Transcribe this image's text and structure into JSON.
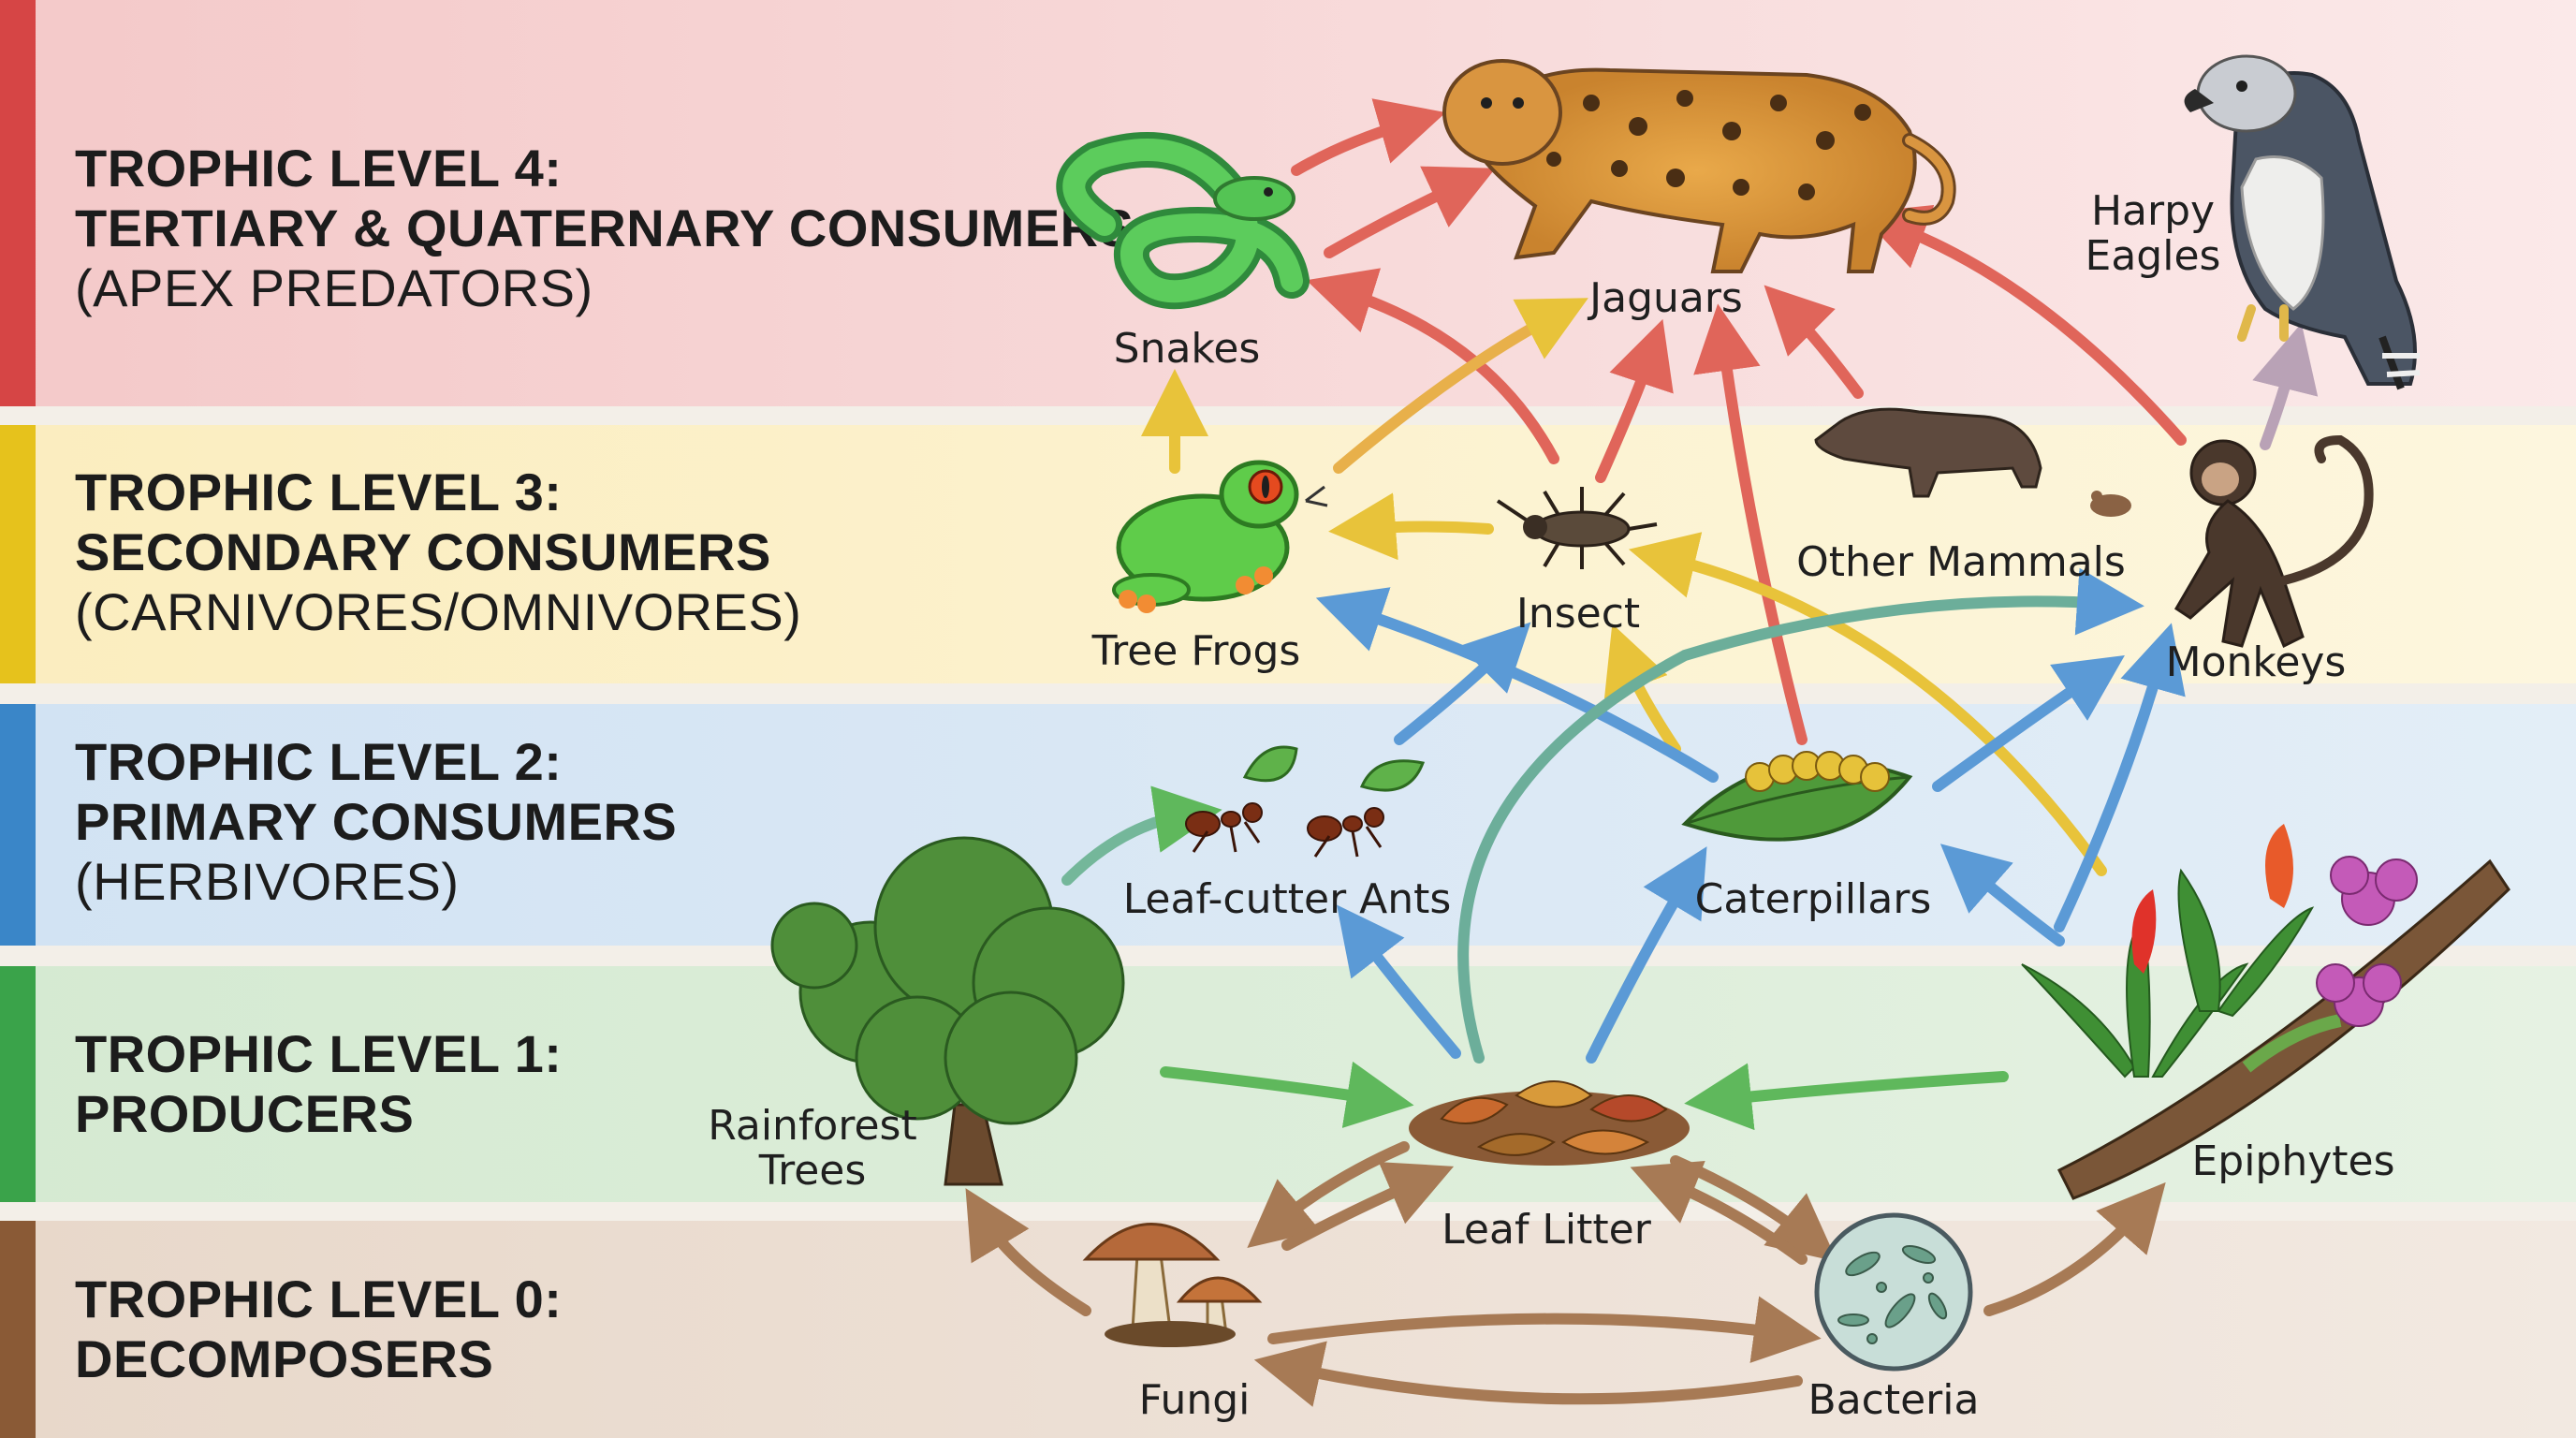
{
  "levels": [
    {
      "line1": "TROPHIC LEVEL 4:",
      "line2": "TERTIARY & QUATERNARY CONSUMERS",
      "line3": "(APEX PREDATORS)"
    },
    {
      "line1": "TROPHIC LEVEL 3:",
      "line2": "SECONDARY CONSUMERS",
      "line3": "(CARNIVORES/OMNIVORES)"
    },
    {
      "line1": "TROPHIC LEVEL 2:",
      "line2": "PRIMARY CONSUMERS",
      "line3": "(HERBIVORES)"
    },
    {
      "line1": "TROPHIC LEVEL 1:",
      "line2": "PRODUCERS"
    },
    {
      "line1": "TROPHIC LEVEL 0:",
      "line2": "DECOMPOSERS"
    }
  ],
  "organisms": {
    "jaguars": "Jaguars",
    "snakes": "Snakes",
    "harpy_eagles_1": "Harpy",
    "harpy_eagles_2": "Eagles",
    "tree_frogs": "Tree Frogs",
    "insect": "Insect",
    "other_mammals": "Other Mammals",
    "monkeys": "Monkeys",
    "leaf_cutter_ants": "Leaf-cutter Ants",
    "caterpillars": "Caterpillars",
    "rainforest_trees_1": "Rainforest",
    "rainforest_trees_2": "Trees",
    "leaf_litter": "Leaf Litter",
    "epiphytes": "Epiphytes",
    "fungi": "Fungi",
    "bacteria": "Bacteria"
  },
  "colors": {
    "level4": "#f6cfcf",
    "level3": "#fbf0c6",
    "level2": "#d6e6f4",
    "level1": "#d9ecd6",
    "level0": "#eadcd0",
    "stripe4": "#d64545",
    "stripe3": "#e6c21c",
    "stripe2": "#3a86c8",
    "stripe1": "#3aa34a",
    "stripe0": "#8a5a36",
    "arrow_red": "#e0655a",
    "arrow_yellow": "#e8c33a",
    "arrow_blue": "#5b9ad6",
    "arrow_green": "#5fb85c",
    "arrow_brown": "#a77a55"
  }
}
